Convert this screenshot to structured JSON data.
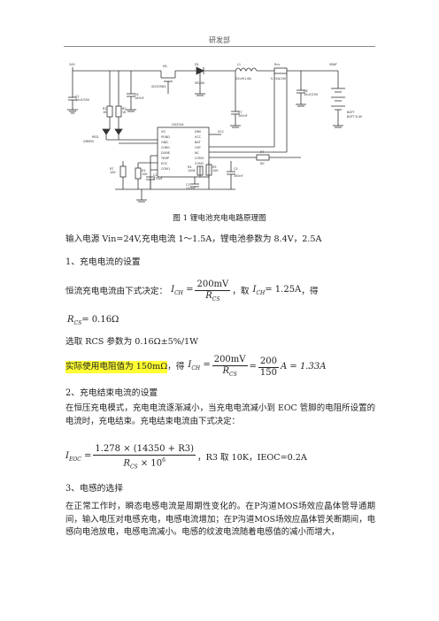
{
  "header": {
    "title": "研发部"
  },
  "circuit": {
    "labels": {
      "vin": "24V",
      "c1": "C1\n10uF/35V",
      "r1": "R1\n1K",
      "r2": "R2\n1K",
      "led_red": "RED",
      "led_green": "GREEN",
      "c6": "C6\n100nF",
      "m1": "M1",
      "m1_part": "SI2309DS",
      "d1": "D1\nSR260",
      "l1": "L1\n22uH/1.8A",
      "rcs": "Rcs\n0.15Ω/1W",
      "vbat": "VBAT",
      "c8": "C8\n10uF/25V",
      "batt": "BATT\nBATT 8.4V",
      "ic_name": "CN3704",
      "ic_left": [
        "VG",
        "PGND",
        "GND",
        "CHRG",
        "DONE",
        "TEMP",
        "EOC",
        "COM1"
      ],
      "ic_right": [
        "DRV",
        "VCC",
        "BAT",
        "CSP",
        "NC",
        "COM3",
        "COM2"
      ],
      "vcc": "VCC",
      "c7": "C7\n100nF",
      "r7": "R7\n10K",
      "r3": "R3\n10K",
      "r4": "R4\n130K",
      "c2": "C2\n470pF",
      "c3": "C3\n220nF",
      "r5": "R5\n10K",
      "r6": "R6\n15K",
      "c5": "C5\n100nF",
      "r_nc": "NC"
    }
  },
  "figure_caption": "图 1 锂电池充电电路原理图",
  "intro": "输入电源 Vin=24V,充电电流 1～1.5A，锂电池参数为 8.4V，2.5A",
  "s1": {
    "title": "1、充电电流的设置",
    "line1_pre": "恒流充电电流由下式决定：",
    "eq1_lhs": "I",
    "eq1_lhs_sub": "CH",
    "eq1_num": "200mV",
    "eq1_den": "R",
    "eq1_den_sub": "CS",
    "line1_mid": "，取",
    "eq1b": "I",
    "eq1b_sub": "CH",
    "eq1b_val": "= 1.25A",
    "line1_end": "，得",
    "result_r": "R",
    "result_r_sub": "CS",
    "result_val": "= 0.16Ω",
    "select": "选取 RCS 参数为 0.16Ω±5%/1W",
    "actual": "实际使用电阻值为 150mΩ",
    "actual_mid": "，得",
    "eq2_num1": "200mV",
    "eq2_den1": "CS",
    "eq2_num2": "200",
    "eq2_den2": "150",
    "eq2_result": "A = 1.33A"
  },
  "s2": {
    "title": "2、充电结束电流的设置",
    "para": "在恒压充电模式，充电电流逐渐减小，当充电电流减小到 EOC 管脚的电阻所设置的电流时，充电结束。充电结束电流由下式决定：",
    "eq_num": "1.278 × (14350 + R3)",
    "eq_den": "R",
    "eq_den_sub": "CS",
    "eq_den_tail": " × 10",
    "eq_den_exp": "6",
    "eq_lhs": "I",
    "eq_lhs_sub": "EOC",
    "eq_tail": "，R3 取 10K，IEOC=0.2A"
  },
  "s3": {
    "title": "3、电感的选择",
    "para": "在正常工作时，瞬态电感电流是周期性变化的。在P沟道MOS场效应晶体管导通期间，输入电压对电感充电，电感电流增加；在P沟道MOS场效应晶体管关断期间，电感向电池放电，电感电流减小。电感的纹波电流随着电感值的减小而增大，"
  }
}
